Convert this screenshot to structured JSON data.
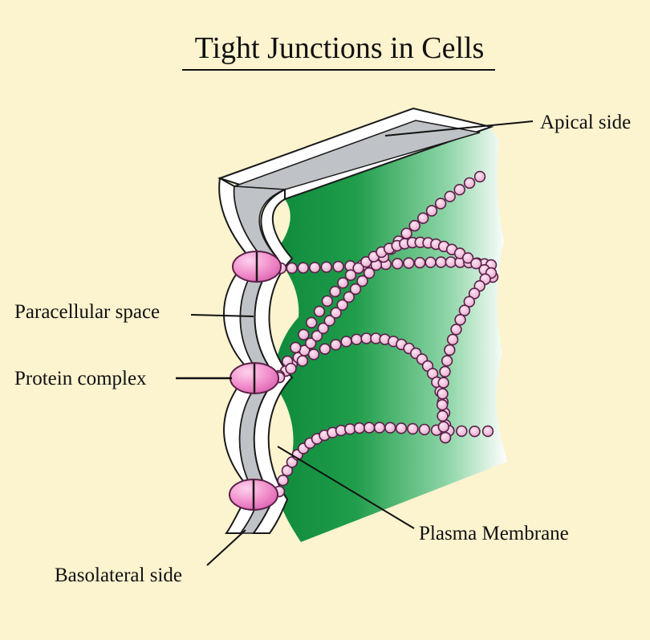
{
  "title": "Tight Junctions in Cells",
  "labels": {
    "apical": "Apical side",
    "paracellular": "Paracellular space",
    "protein": "Protein complex",
    "plasma": "Plasma Membrane",
    "basolateral": "Basolateral side"
  },
  "colors": {
    "background": "#fcf3cf",
    "membrane_fill": "#bfc2c6",
    "membrane_outline": "#1a1a1a",
    "cell_green": "#1f9a48",
    "bead_fill": "#f1c6e0",
    "bead_stroke": "#5a2048",
    "protein_fill": "#ee7ac4"
  }
}
